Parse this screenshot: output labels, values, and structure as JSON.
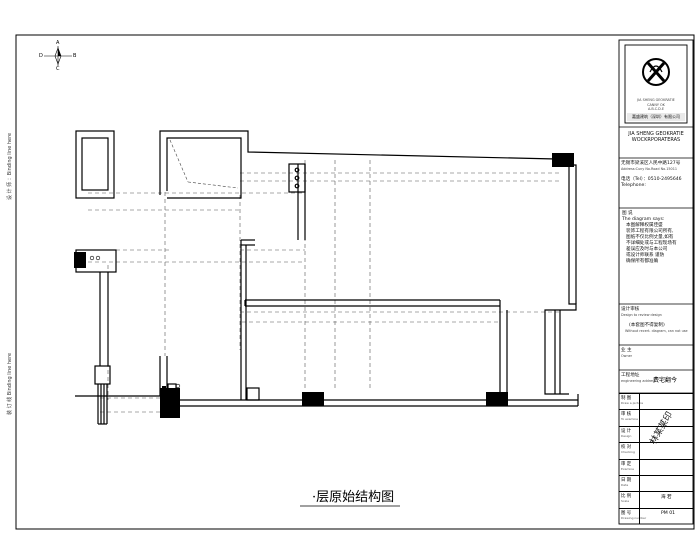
{
  "compass": {
    "north": "A",
    "east": "B",
    "south": "C",
    "west": "D"
  },
  "side_labels": {
    "top": "设 计 师 ：Binding line here",
    "bottom": "装 订 线 Binding line here"
  },
  "drawing_title": "·层原始结构图",
  "title_block": {
    "logo_caption_1": "JIA SHENG GEOKRATIE",
    "logo_caption_2": "CANNY OK",
    "logo_caption_3": "A.B.C.D.E",
    "company_cn": "嘉盛建筑（深圳）有限公司",
    "company_en_1": "JIA SHENG GEOKRATIE",
    "company_en_2": "WOCKRPORATERAS",
    "address_cn": "无锡市梁溪区人民中路127号",
    "address_en": "Address:Cuny No.Road No.15011",
    "phone_cn": "电话（Tel）：0510-2495646",
    "phone_en": "Telephone:",
    "notes_title": "图 说",
    "notes_en": "The diagram says:",
    "notes_body": [
      "本图解释权属佳盛",
      "装饰工程有限公司所有,",
      "图纸不仅比例丈量,如有",
      "不详细处或与工程现场有",
      "差误应及时与本公司",
      "或设计师联系 谨防",
      "确保所有都准确"
    ],
    "approval_label": "设计审核",
    "approval_en": "Design to review design",
    "approval_note": "(本套图不得复制)",
    "approval_note_en": "Without recert. diagram, can not use",
    "owner_label": "业 主",
    "owner_en": "Owner",
    "project_label": "工程地址",
    "project_en": "engineering address",
    "project_value": "费宅翻今",
    "rows": [
      {
        "label": "制 图",
        "en": "Draw a picture",
        "value": ""
      },
      {
        "label": "审 核",
        "en": "To examine",
        "value": ""
      },
      {
        "label": "设 计",
        "en": "Design",
        "value": ""
      },
      {
        "label": "校 对",
        "en": "Checking",
        "value": ""
      },
      {
        "label": "审 定",
        "en": "Examine",
        "value": ""
      },
      {
        "label": "日 期",
        "en": "Date",
        "value": ""
      },
      {
        "label": "比 例",
        "en": "Scale",
        "value": "海 若"
      },
      {
        "label": "图 号",
        "en": "Drawing number",
        "value": "PM 01"
      }
    ],
    "stamp_text": "林某某印"
  }
}
